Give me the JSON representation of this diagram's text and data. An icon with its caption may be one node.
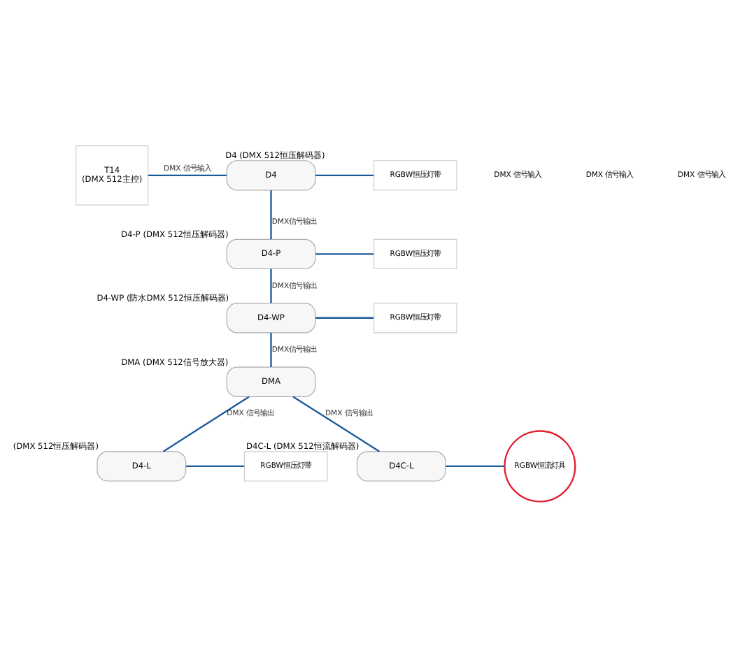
{
  "diagram": {
    "nodes": [
      {
        "text": [
          "T14",
          "(DMX 512主控)"
        ]
      },
      {
        "text": [
          "D4"
        ],
        "beside": [
          "D4 (DMX 512恒压解码器)"
        ]
      },
      {
        "text": [
          "RGBW恒压灯带"
        ]
      },
      {
        "text": [
          "D4-P"
        ],
        "beside": [
          "D4-P (DMX 512恒压解码器)"
        ]
      },
      {
        "text": [
          "RGBW恒压灯带"
        ]
      },
      {
        "text": [
          "D4-WP"
        ],
        "beside": [
          "D4-WP (防水DMX 512恒压解码器)"
        ]
      },
      {
        "text": [
          "RGBW恒压灯带"
        ]
      },
      {
        "text": [
          "DMA"
        ],
        "beside": [
          "DMA (DMX 512信号放大器)"
        ]
      },
      {
        "text": [
          "D4-L"
        ],
        "beside": [
          "(DMX 512恒压解码器)"
        ]
      },
      {
        "text": [
          "RGBW恒压灯带"
        ]
      },
      {
        "text": [
          "D4C-L"
        ],
        "beside": [
          "D4C-L (DMX 512恒流解码器)"
        ]
      },
      {
        "text": [
          "RGBW恒流灯具"
        ]
      }
    ],
    "edges": [
      {
        "from": 0,
        "to": 1,
        "arrow": "none",
        "label": "DMX 信号输入"
      },
      {
        "from": 1,
        "to": 2,
        "arrow": "none"
      },
      {
        "from": 1,
        "to": 3,
        "arrow": "none",
        "label": "DMX信号输出"
      },
      {
        "from": 3,
        "to": 4,
        "arrow": "none"
      },
      {
        "from": 3,
        "to": 5,
        "arrow": "none",
        "label": "DMX信号输出"
      },
      {
        "from": 5,
        "to": 6,
        "arrow": "none"
      },
      {
        "from": 5,
        "to": 7,
        "arrow": "none",
        "label": "DMX信号输出"
      },
      {
        "from": 7,
        "to": 8,
        "arrow": "none",
        "label": "DMX 信号输出"
      },
      {
        "from": 8,
        "to": 9,
        "arrow": "none"
      },
      {
        "from": 7,
        "to": 10,
        "arrow": "none",
        "label": "DMX 信号输出"
      },
      {
        "from": 10,
        "to": 11,
        "arrow": "none"
      }
    ],
    "labels": [
      "DMX 信号输入",
      "DMX 信号输入",
      "DMX 信号输入"
    ]
  }
}
